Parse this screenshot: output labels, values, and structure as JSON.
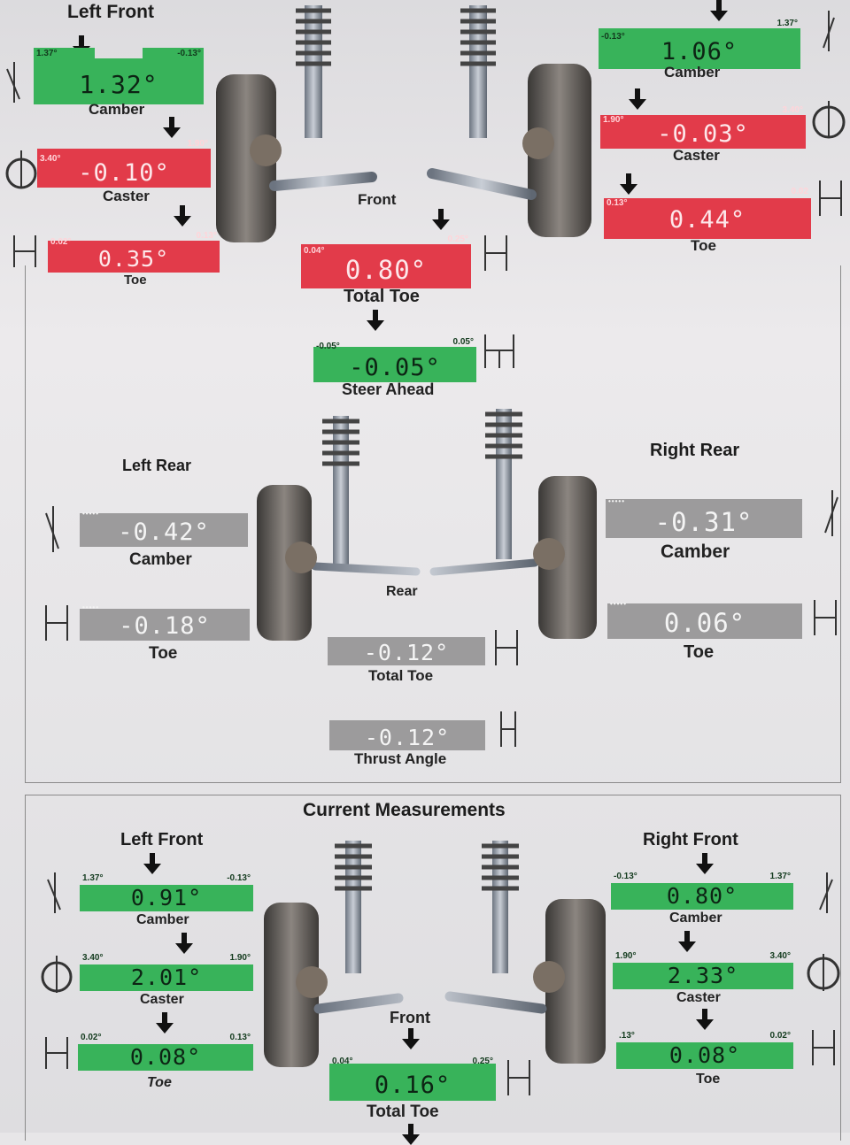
{
  "colors": {
    "in_spec": "#38b35a",
    "out_of_spec": "#e23b4a",
    "neutral": "#9c9b9c",
    "arrow": "#111111"
  },
  "before": {
    "left_front": {
      "title": "Left Front",
      "camber": {
        "label": "Camber",
        "value": "1.32°",
        "low": "1.37°",
        "high": "-0.13°"
      },
      "caster": {
        "label": "Caster",
        "value": "-0.10°",
        "low": "3.40°",
        "high": "1.90°"
      },
      "toe": {
        "label": "Toe",
        "value": "0.35°",
        "low": "0.02°",
        "high": "0.13°"
      }
    },
    "right_front": {
      "camber": {
        "label": "Camber",
        "value": "1.06°",
        "low": "-0.13°",
        "high": "1.37°"
      },
      "caster": {
        "label": "Caster",
        "value": "-0.03°",
        "low": "1.90°",
        "high": "3.40°"
      },
      "toe": {
        "label": "Toe",
        "value": "0.44°",
        "low": "0.13°",
        "high": "0.02"
      }
    },
    "front_label": "Front",
    "total_toe": {
      "label": "Total Toe",
      "value": "0.80°",
      "low": "0.04°",
      "high": "0.25°"
    },
    "steer_ahead": {
      "label": "Steer Ahead",
      "value": "-0.05°",
      "low": "-0.05°",
      "high": "0.05°"
    },
    "left_rear": {
      "title": "Left Rear",
      "camber": {
        "label": "Camber",
        "value": "-0.42°"
      },
      "toe": {
        "label": "Toe",
        "value": "-0.18°"
      }
    },
    "right_rear": {
      "title": "Right Rear",
      "camber": {
        "label": "Camber",
        "value": "-0.31°"
      },
      "toe": {
        "label": "Toe",
        "value": "0.06°"
      }
    },
    "rear_label": "Rear",
    "rear_total_toe": {
      "label": "Total Toe",
      "value": "-0.12°"
    },
    "thrust_angle": {
      "label": "Thrust Angle",
      "value": "-0.12°"
    }
  },
  "current": {
    "title": "Current Measurements",
    "left_front": {
      "title": "Left Front",
      "camber": {
        "label": "Camber",
        "value": "0.91°",
        "low": "1.37°",
        "high": "-0.13°"
      },
      "caster": {
        "label": "Caster",
        "value": "2.01°",
        "low": "3.40°",
        "high": "1.90°"
      },
      "toe": {
        "label": "Toe",
        "value": "0.08°",
        "low": "0.02°",
        "high": "0.13°"
      }
    },
    "right_front": {
      "title": "Right Front",
      "camber": {
        "label": "Camber",
        "value": "0.80°",
        "low": "-0.13°",
        "high": "1.37°"
      },
      "caster": {
        "label": "Caster",
        "value": "2.33°",
        "low": "1.90°",
        "high": "3.40°"
      },
      "toe": {
        "label": "Toe",
        "value": "0.08°",
        "low": ".13°",
        "high": "0.02°"
      }
    },
    "front_label": "Front",
    "total_toe": {
      "label": "Total Toe",
      "value": "0.16°",
      "low": "0.04°",
      "high": "0.25°"
    }
  }
}
